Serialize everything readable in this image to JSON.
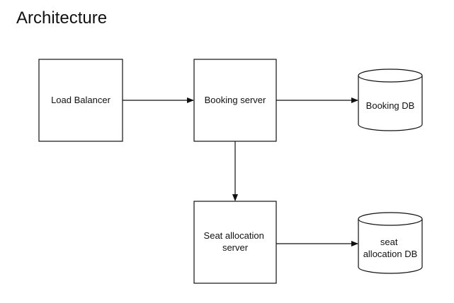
{
  "title": "Architecture",
  "nodes": {
    "load_balancer": "Load Balancer",
    "booking_server": "Booking server",
    "seat_server": [
      "Seat allocation",
      "server"
    ],
    "booking_db": "Booking DB",
    "seat_db": [
      "seat",
      "allocation DB"
    ]
  },
  "colors": {
    "stroke": "#111111",
    "text": "#111111",
    "background": "#ffffff"
  }
}
